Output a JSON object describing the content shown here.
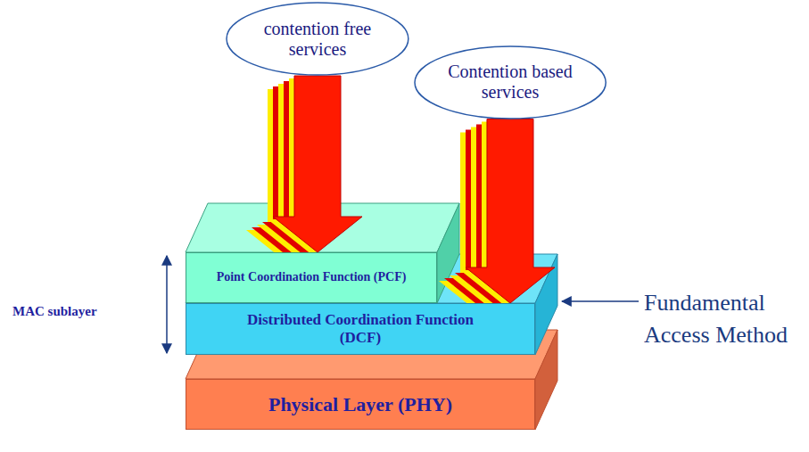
{
  "diagram": {
    "nodes": [
      {
        "text": [
          "contention free services"
        ]
      },
      {
        "text": [
          "Contention based services"
        ]
      },
      {
        "text": [
          "Point Coordination Function (PCF)"
        ]
      },
      {
        "text": [
          "Distributed Coordination Function (DCF)"
        ]
      },
      {
        "text": [
          "Physical Layer (PHY)"
        ]
      }
    ],
    "edges": [
      {
        "from": 0,
        "to": 2,
        "arrow": "to"
      },
      {
        "from": 1,
        "to": 3,
        "arrow": "to"
      }
    ],
    "labels": [
      "MAC sublayer",
      "Fundamental Access Method"
    ]
  }
}
